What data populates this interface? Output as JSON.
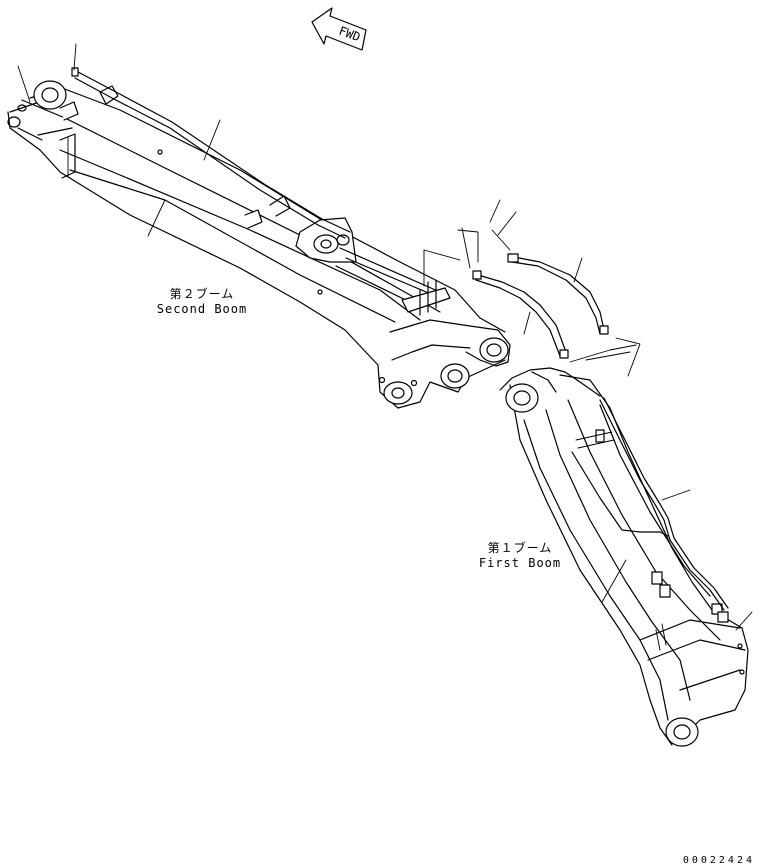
{
  "direction_arrow": {
    "label": "FWD"
  },
  "second_boom": {
    "label_jp": "第２ブーム",
    "label_en": "Second Boom"
  },
  "first_boom": {
    "label_jp": "第１ブーム",
    "label_en": "First Boom"
  },
  "document_number": "00022424"
}
